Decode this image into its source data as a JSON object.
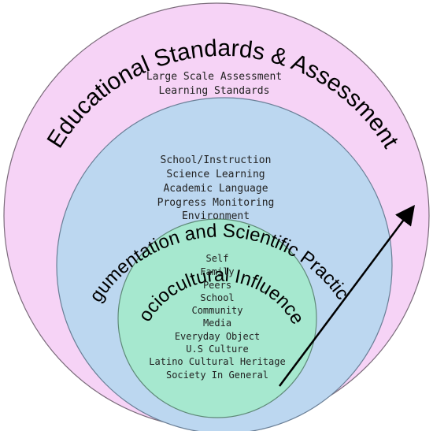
{
  "outer_ring": {
    "title": "Educational Standards & Assessment",
    "items": [
      "Large Scale Assessment",
      "Learning Standards"
    ],
    "fill": "#f6d3f6"
  },
  "middle_ring": {
    "title": "Argumentation and Scientific Practices",
    "items": [
      "School/Instruction",
      "Science Learning",
      "Academic Language",
      "Progress Monitoring",
      "Environment"
    ],
    "fill": "#bcd7f0"
  },
  "inner_ring": {
    "title": "Sociocultural Influences",
    "items": [
      "Self",
      "Family",
      "Peers",
      "School",
      "Community",
      "Media",
      "Everyday Object",
      "U.S Culture",
      "Latino Cultural Heritage",
      "Society In General"
    ],
    "fill": "#a6e8cf"
  }
}
